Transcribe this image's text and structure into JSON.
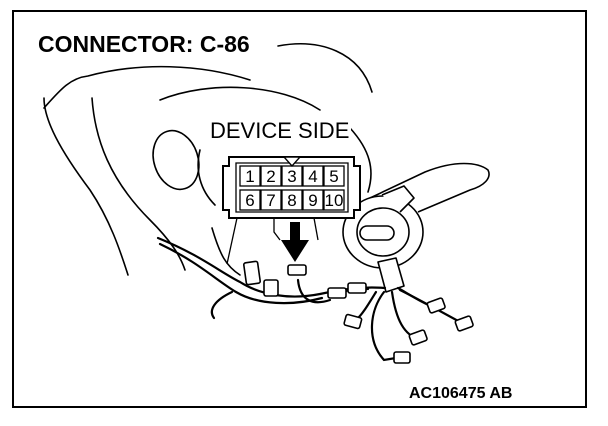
{
  "diagram": {
    "title": "CONNECTOR: C-86",
    "connector_side_label": "DEVICE SIDE",
    "figure_code": "AC106475 AB",
    "pins_top_row": [
      "1",
      "2",
      "3",
      "4",
      "5"
    ],
    "pins_bottom_row": [
      "6",
      "7",
      "8",
      "9",
      "10"
    ]
  },
  "colors": {
    "line": "#000000",
    "background": "#ffffff"
  }
}
